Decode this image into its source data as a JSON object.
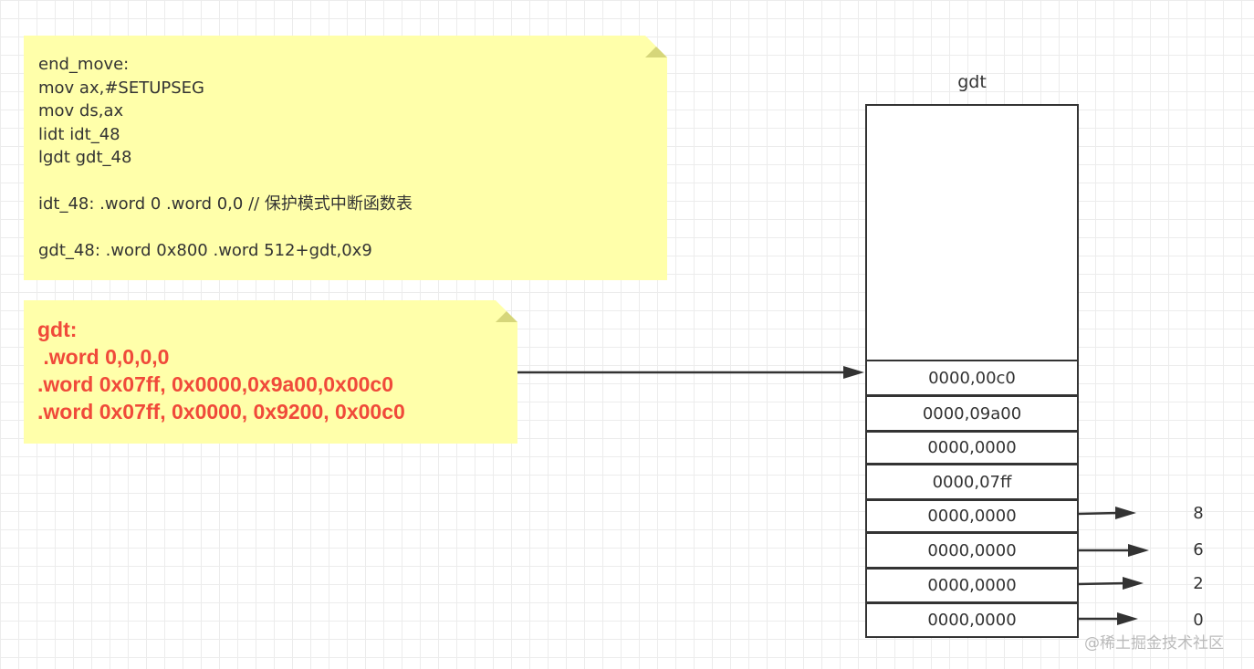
{
  "code_note": {
    "text": "end_move:\nmov ax,#SETUPSEG\nmov ds,ax\nlidt idt_48\nlgdt gdt_48\n\nidt_48: .word 0 .word 0,0 // 保护模式中断函数表\n\ngdt_48: .word 0x800 .word 512+gdt,0x9"
  },
  "gdt_note": {
    "text": "gdt:\n .word 0,0,0,0\n.word 0x07ff, 0x0000,0x9a00,0x00c0\n.word 0x07ff, 0x0000, 0x9200, 0x00c0"
  },
  "gdt_table": {
    "title": "gdt",
    "cells": [
      "0000,00c0",
      "0000,09a00",
      "0000,0000",
      "0000,07ff",
      "0000,0000",
      "0000,0000",
      "0000,0000",
      "0000,0000"
    ]
  },
  "index_labels": [
    "8",
    "6",
    "2",
    "0"
  ],
  "watermark": "@稀土掘金技术社区",
  "colors": {
    "note_bg": "#ffffaa",
    "highlight_text": "#f04a3a",
    "line": "#333333"
  }
}
